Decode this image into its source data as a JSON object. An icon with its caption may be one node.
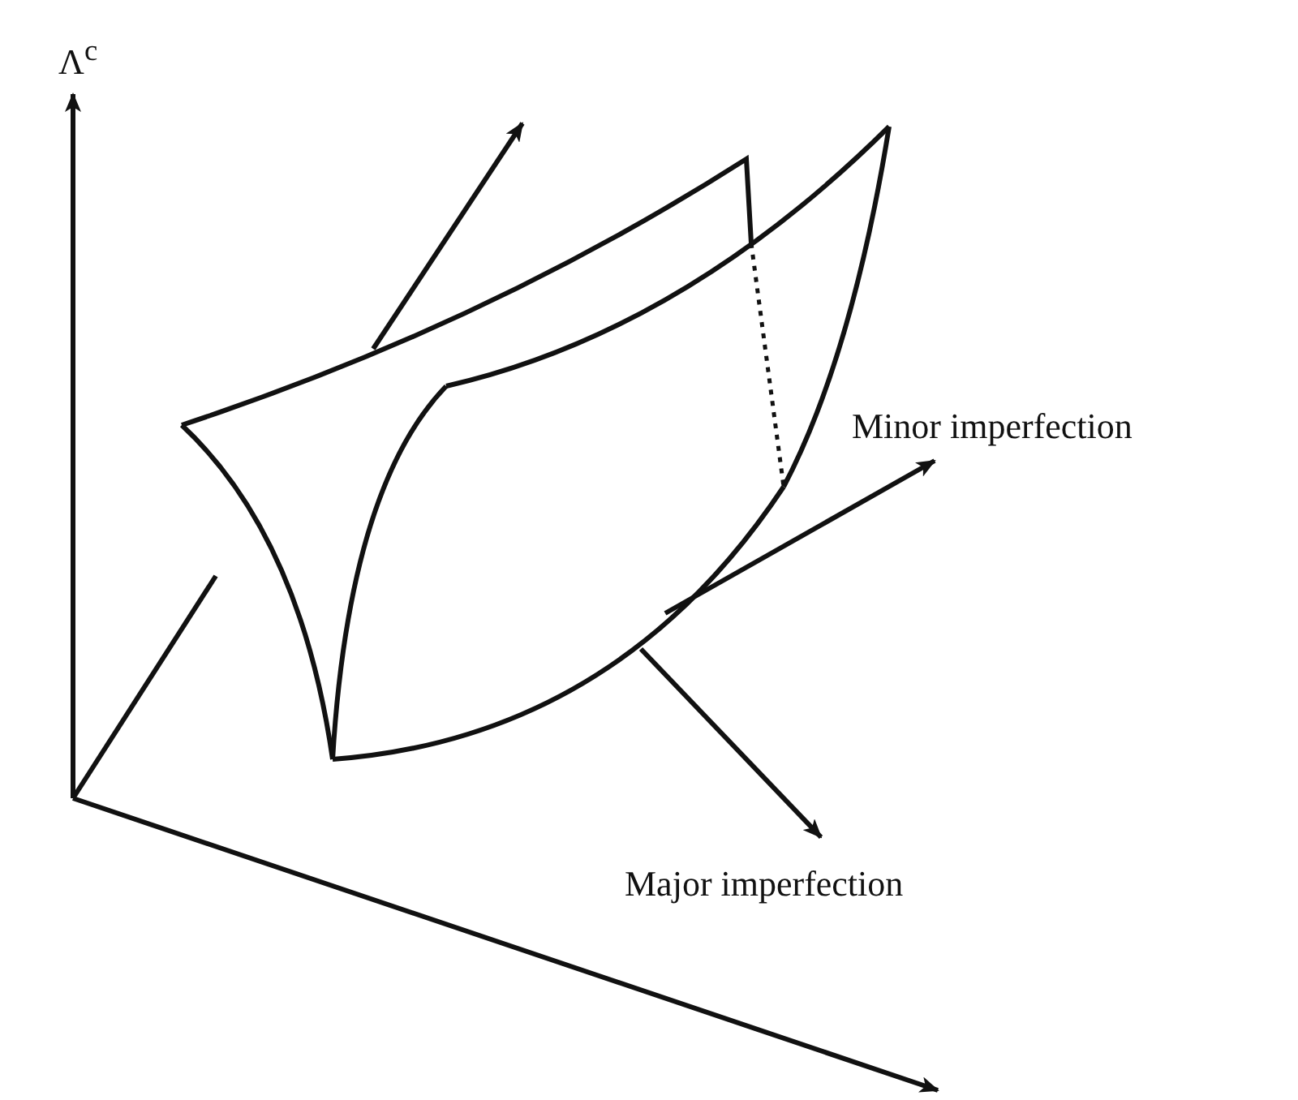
{
  "diagram": {
    "labels": [
      "Λ$^{c}$",
      "Minor imperfection",
      "Major imperfection"
    ]
  }
}
